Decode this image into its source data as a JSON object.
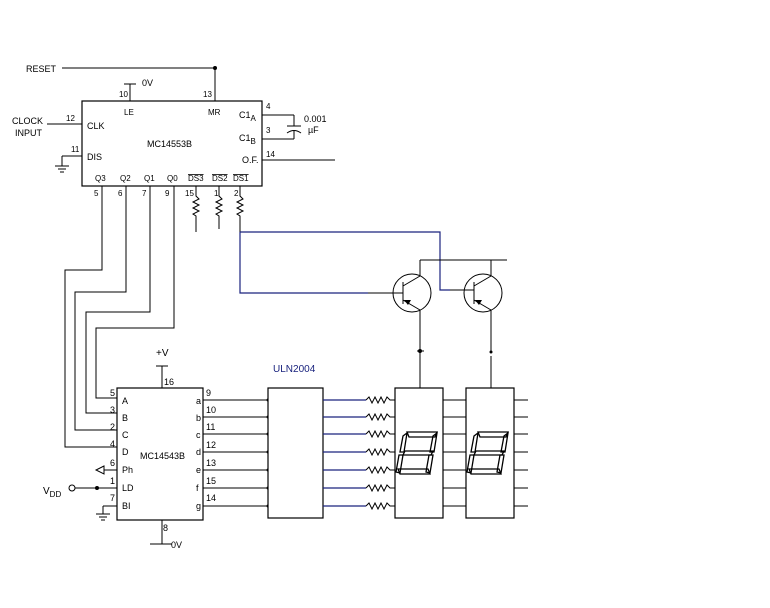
{
  "signals": {
    "reset": "RESET",
    "clock_1": "CLOCK",
    "clock_2": "INPUT",
    "vplus": "+V",
    "zero_top": "0V",
    "zero_bot": "0V",
    "vdd": "V",
    "vdd_sub": "DD"
  },
  "counter": {
    "name": "MC14553B",
    "le": "LE",
    "mr": "MR",
    "clk": "CLK",
    "dis": "DIS",
    "c1a": "C1",
    "c1a_sub": "A",
    "c1b": "C1",
    "c1b_sub": "B",
    "of": "O.F.",
    "q3": "Q3",
    "q2": "Q2",
    "q1": "Q1",
    "q0": "Q0",
    "ds3": "DS3",
    "ds2": "DS2",
    "ds1": "DS1",
    "pin10": "10",
    "pin13": "13",
    "pin12": "12",
    "pin11": "11",
    "pin4": "4",
    "pin3": "3",
    "pin14": "14",
    "pin5": "5",
    "pin6": "6",
    "pin7": "7",
    "pin9": "9",
    "pin15": "15",
    "pin1": "1",
    "pin2": "2"
  },
  "capacitor": {
    "value": "0.001",
    "unit": "µF"
  },
  "decoder": {
    "name": "MC14543B",
    "a": "A",
    "b": "B",
    "c": "C",
    "d": "D",
    "ph": "Ph",
    "ld": "LD",
    "bi": "BI",
    "pin5": "5",
    "pin3": "3",
    "pin2": "2",
    "pin4": "4",
    "pin6": "6",
    "pin1": "1",
    "pin7": "7",
    "pin16": "16",
    "pin8": "8",
    "out_a": "a",
    "out_b": "b",
    "out_c": "c",
    "out_d": "d",
    "out_e": "e",
    "out_f": "f",
    "out_g": "g",
    "opin9": "9",
    "opin10": "10",
    "opin11": "11",
    "opin12": "12",
    "opin13": "13",
    "opin15": "15",
    "opin14": "14"
  },
  "driver": {
    "name": "ULN2004"
  },
  "colors": {
    "wire": "#000000",
    "blue_wire": "#1a237e"
  }
}
